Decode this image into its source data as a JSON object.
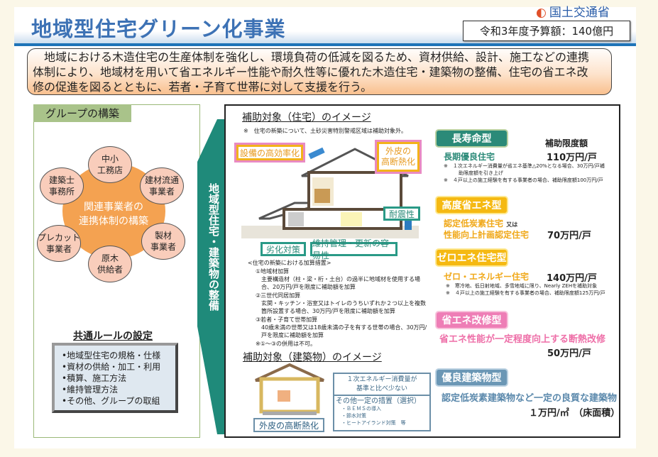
{
  "header": {
    "title": "地域型住宅グリーン化事業",
    "logo_text": "国土交通省",
    "budget": "令和3年度予算額：140億円"
  },
  "summary": {
    "lines": [
      "　地域における木造住宅の生産体制を強化し、環境負荷の低減を図るため、資材供給、設計、施工などの連携",
      "体制により、地域材を用いて省エネルギー性能や耐久性等に優れた木造住宅・建築物の整備、住宅の省エネ改",
      "修の促進を図るとともに、若者・子育て世帯に対して支援を行う。"
    ]
  },
  "group": {
    "heading": "グループの構築",
    "center": [
      "関連事業者の",
      "連携体制の構築"
    ],
    "nodes": [
      {
        "l1": "中小",
        "l2": "工務店"
      },
      {
        "l1": "建材流通",
        "l2": "事業者"
      },
      {
        "l1": "製材",
        "l2": "事業者"
      },
      {
        "l1": "原木",
        "l2": "供給者"
      },
      {
        "l1": "プレカット",
        "l2": "事業者"
      },
      {
        "l1": "建築士",
        "l2": "事務所"
      }
    ],
    "rules_heading": "共通ルールの設定",
    "rules": [
      "•地域型住宅の規格・仕様",
      "•資材の供給・加工・利用",
      "•積算、施工方法",
      "•維持管理方法",
      "•その他、グループの取組"
    ]
  },
  "arrow_text": "地域型住宅・建築物の整備",
  "housing": {
    "heading": "補助対象（住宅）のイメージ",
    "note": "※　住宅の新築について、土砂災害特別警戒区域は補助対象外。",
    "labels": {
      "equipment": "設備の高効率化",
      "envelope1": "外皮の",
      "envelope2": "高断熱化",
      "seismic": "耐震性",
      "degradation": "劣化対策",
      "maintenance": "維持管理・更新の容易性"
    },
    "bonus_heading": "<住宅の新築における加算措置>",
    "bonus": [
      {
        "title": "①地域材加算",
        "text1": "主要構造材（柱・梁・桁・土台）の過半に地域材を使用する場合、20万",
        "text2": "円/戸を限度に補助額を加算"
      },
      {
        "title": "②三世代同居加算",
        "text1": "玄関・キッチン・浴室又はトイレのうちいずれか２つ以上を複数箇所設置する",
        "text2": "場合、30万円/戸を限度に補助額を加算"
      },
      {
        "title": "③若者・子育て世帯加算",
        "text1": "40歳未満の世帯又は18歳未満の子を有する世帯の場合、30万円/戸を",
        "text2": "限度に補助額を加算"
      }
    ],
    "bonus_note": "※①～③の併用は不可。"
  },
  "building": {
    "heading": "補助対象（建築物）のイメージ",
    "envelope": "外皮の高断熱化",
    "energy1": "１次エネルギー消費量が",
    "energy2": "基準と比べ少ない",
    "other_heading": "その他一定の措置（選択）",
    "other": [
      "・ＢＥＭＳの導入",
      "・節水対策",
      "・ヒートアイランド対策　等"
    ]
  },
  "categories": {
    "limit_heading": "補助限度額",
    "long_life": {
      "label": "長寿命型",
      "item": "長期優良住宅",
      "amount": "110万円/戸",
      "notes": [
        "※　１次エネルギー消費量が省エネ基準△20%となる場合、30万円/戸補",
        "　　　助限度額を引き上げ",
        "※　４戸以上の施工経験を有する事業者の場合、補助限度額100万円/戸"
      ],
      "color": "#2b8a78"
    },
    "high_eco": {
      "label": "高度省エネ型",
      "item1": "認定低炭素住宅",
      "or": "又は",
      "item2": "性能向上計画認定住宅",
      "amount": "70万円/戸",
      "color": "#f5b912"
    },
    "zero": {
      "label": "ゼロエネ住宅型",
      "item": "ゼロ・エネルギー住宅",
      "amount": "140万円/戸",
      "notes": [
        "※　寒冷地、低日射地域、多雪地域に限り、Nearly ZEHを補助対象",
        "※　４戸以上の施工経験を有する事業者の場合、補助限度額125万円/戸"
      ],
      "color": "#f5b912"
    },
    "renovation": {
      "label": "省エネ改修型",
      "item": "省エネ性能が一定程度向上する断熱改修",
      "amount": "50万円/戸",
      "color": "#ee7eb6"
    },
    "building": {
      "label": "優良建築物型",
      "item": "認定低炭素建築物など一定の良質な建築物",
      "amount": "１万円/㎡　（床面積）",
      "color": "#6b97b5"
    }
  }
}
